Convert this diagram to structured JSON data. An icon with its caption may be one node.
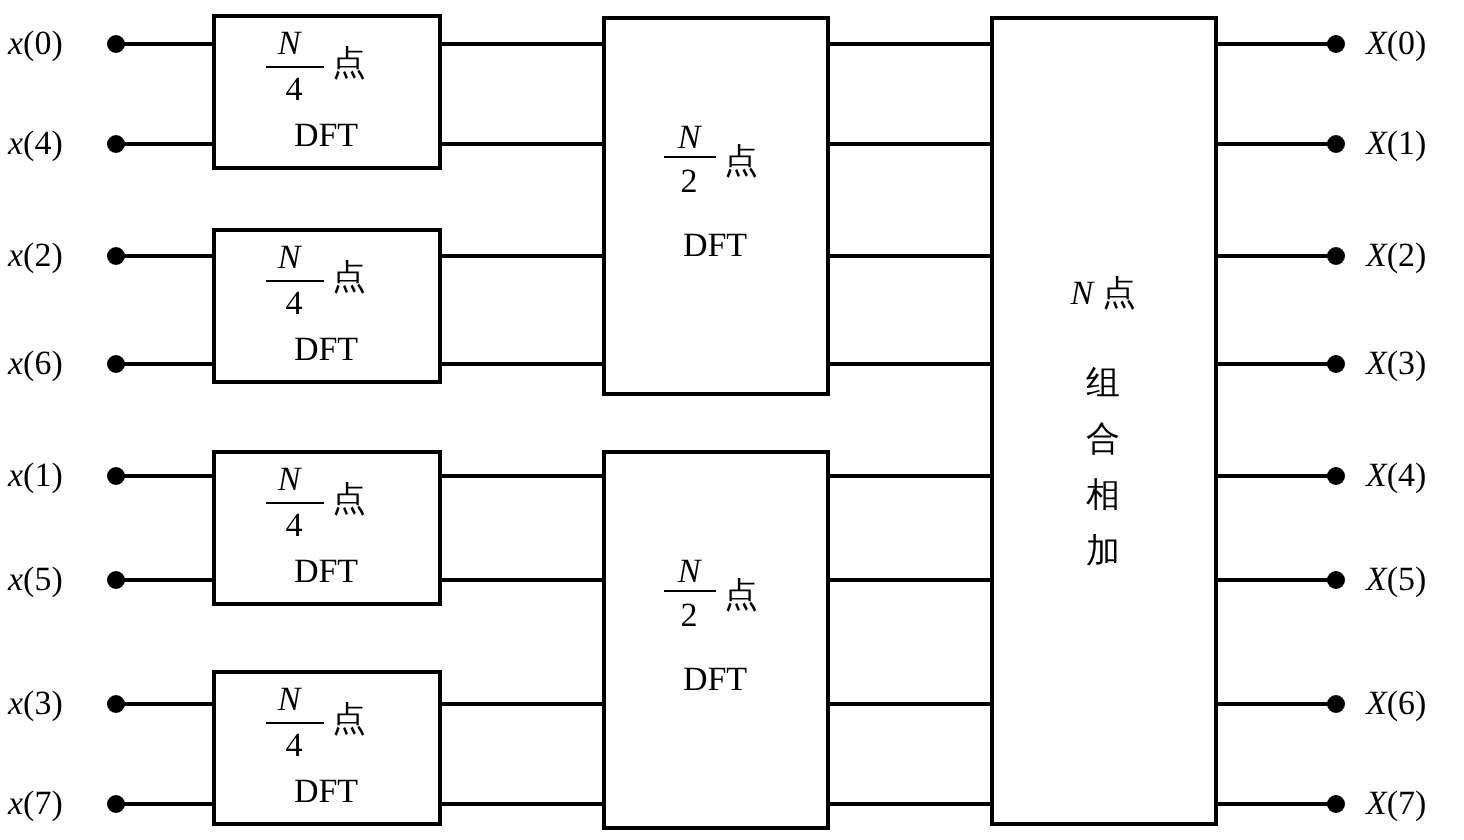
{
  "diagram": {
    "nodes": [
      {
        "text": [
          "*x*(0)"
        ]
      },
      {
        "text": [
          "*x*(4)"
        ]
      },
      {
        "text": [
          "*x*(2)"
        ]
      },
      {
        "text": [
          "*x*(6)"
        ]
      },
      {
        "text": [
          "*x*(1)"
        ]
      },
      {
        "text": [
          "*x*(5)"
        ]
      },
      {
        "text": [
          "*x*(3)"
        ]
      },
      {
        "text": [
          "*x*(7)"
        ]
      },
      {
        "text": [
          "N",
          "4",
          "点",
          "DFT"
        ]
      },
      {
        "text": [
          "N",
          "4",
          "点",
          "DFT"
        ]
      },
      {
        "text": [
          "N",
          "4",
          "点",
          "DFT"
        ]
      },
      {
        "text": [
          "N",
          "4",
          "点",
          "DFT"
        ]
      },
      {
        "text": [
          "N",
          "2",
          "点",
          "DFT"
        ]
      },
      {
        "text": [
          "N",
          "2",
          "点",
          "DFT"
        ]
      },
      {
        "text": [
          "*N* 点",
          "组合相加"
        ]
      },
      {
        "text": [
          "*X*(0)"
        ]
      },
      {
        "text": [
          "*X*(1)"
        ]
      },
      {
        "text": [
          "*X*(2)"
        ]
      },
      {
        "text": [
          "*X*(3)"
        ]
      },
      {
        "text": [
          "*X*(4)"
        ]
      },
      {
        "text": [
          "*X*(5)"
        ]
      },
      {
        "text": [
          "*X*(6)"
        ]
      },
      {
        "text": [
          "*X*(7)"
        ]
      }
    ],
    "edges": [
      {
        "from": 0,
        "to": 8,
        "arrow": "other"
      },
      {
        "from": 1,
        "to": 8,
        "arrow": "other"
      },
      {
        "from": 2,
        "to": 9,
        "arrow": "other"
      },
      {
        "from": 3,
        "to": 9,
        "arrow": "other"
      },
      {
        "from": 4,
        "to": 10,
        "arrow": "other"
      },
      {
        "from": 5,
        "to": 10,
        "arrow": "other"
      },
      {
        "from": 6,
        "to": 11,
        "arrow": "other"
      },
      {
        "from": 7,
        "to": 11,
        "arrow": "other"
      },
      {
        "from": 8,
        "to": 12,
        "arrow": "none"
      },
      {
        "from": 8,
        "to": 12,
        "arrow": "none"
      },
      {
        "from": 9,
        "to": 12,
        "arrow": "none"
      },
      {
        "from": 9,
        "to": 12,
        "arrow": "none"
      },
      {
        "from": 10,
        "to": 13,
        "arrow": "none"
      },
      {
        "from": 10,
        "to": 13,
        "arrow": "none"
      },
      {
        "from": 11,
        "to": 13,
        "arrow": "none"
      },
      {
        "from": 11,
        "to": 13,
        "arrow": "none"
      },
      {
        "from": 12,
        "to": 14,
        "arrow": "none"
      },
      {
        "from": 12,
        "to": 14,
        "arrow": "none"
      },
      {
        "from": 12,
        "to": 14,
        "arrow": "none"
      },
      {
        "from": 12,
        "to": 14,
        "arrow": "none"
      },
      {
        "from": 13,
        "to": 14,
        "arrow": "none"
      },
      {
        "from": 13,
        "to": 14,
        "arrow": "none"
      },
      {
        "from": 13,
        "to": 14,
        "arrow": "none"
      },
      {
        "from": 13,
        "to": 14,
        "arrow": "none"
      },
      {
        "from": 15,
        "to": 14,
        "arrow": "other"
      },
      {
        "from": 16,
        "to": 14,
        "arrow": "other"
      },
      {
        "from": 17,
        "to": 14,
        "arrow": "other"
      },
      {
        "from": 18,
        "to": 14,
        "arrow": "other"
      },
      {
        "from": 19,
        "to": 14,
        "arrow": "other"
      },
      {
        "from": 20,
        "to": 14,
        "arrow": "other"
      },
      {
        "from": 21,
        "to": 14,
        "arrow": "other"
      },
      {
        "from": 22,
        "to": 14,
        "arrow": "other"
      }
    ]
  }
}
